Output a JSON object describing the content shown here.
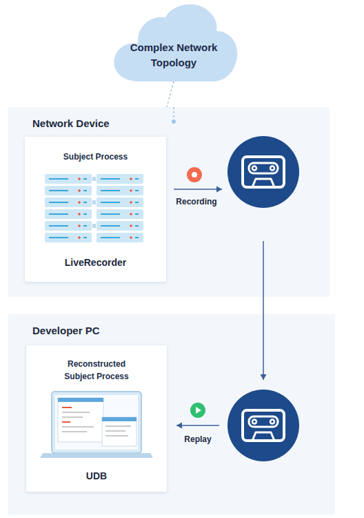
{
  "diagram": {
    "nodes": [
      {
        "text": [
          "Complex Network Topology"
        ]
      },
      {
        "text": [
          "Network Device"
        ]
      },
      {
        "text": [
          "Subject Process",
          "LiveRecorder"
        ],
        "in": 1
      },
      {
        "text": [],
        "in": 1
      },
      {
        "text": [
          "Developer PC"
        ]
      },
      {
        "text": [
          "Reconstructed Subject Process",
          "UDB"
        ],
        "in": 4
      },
      {
        "text": [],
        "in": 4
      }
    ],
    "edges": [
      {
        "from": 0,
        "to": 1,
        "arrow": "none"
      },
      {
        "from": 2,
        "to": 3,
        "label": "Recording",
        "arrow": "to"
      },
      {
        "from": 3,
        "to": 6,
        "arrow": "to"
      },
      {
        "from": 6,
        "to": 5,
        "label": "Replay",
        "arrow": "to"
      }
    ]
  }
}
